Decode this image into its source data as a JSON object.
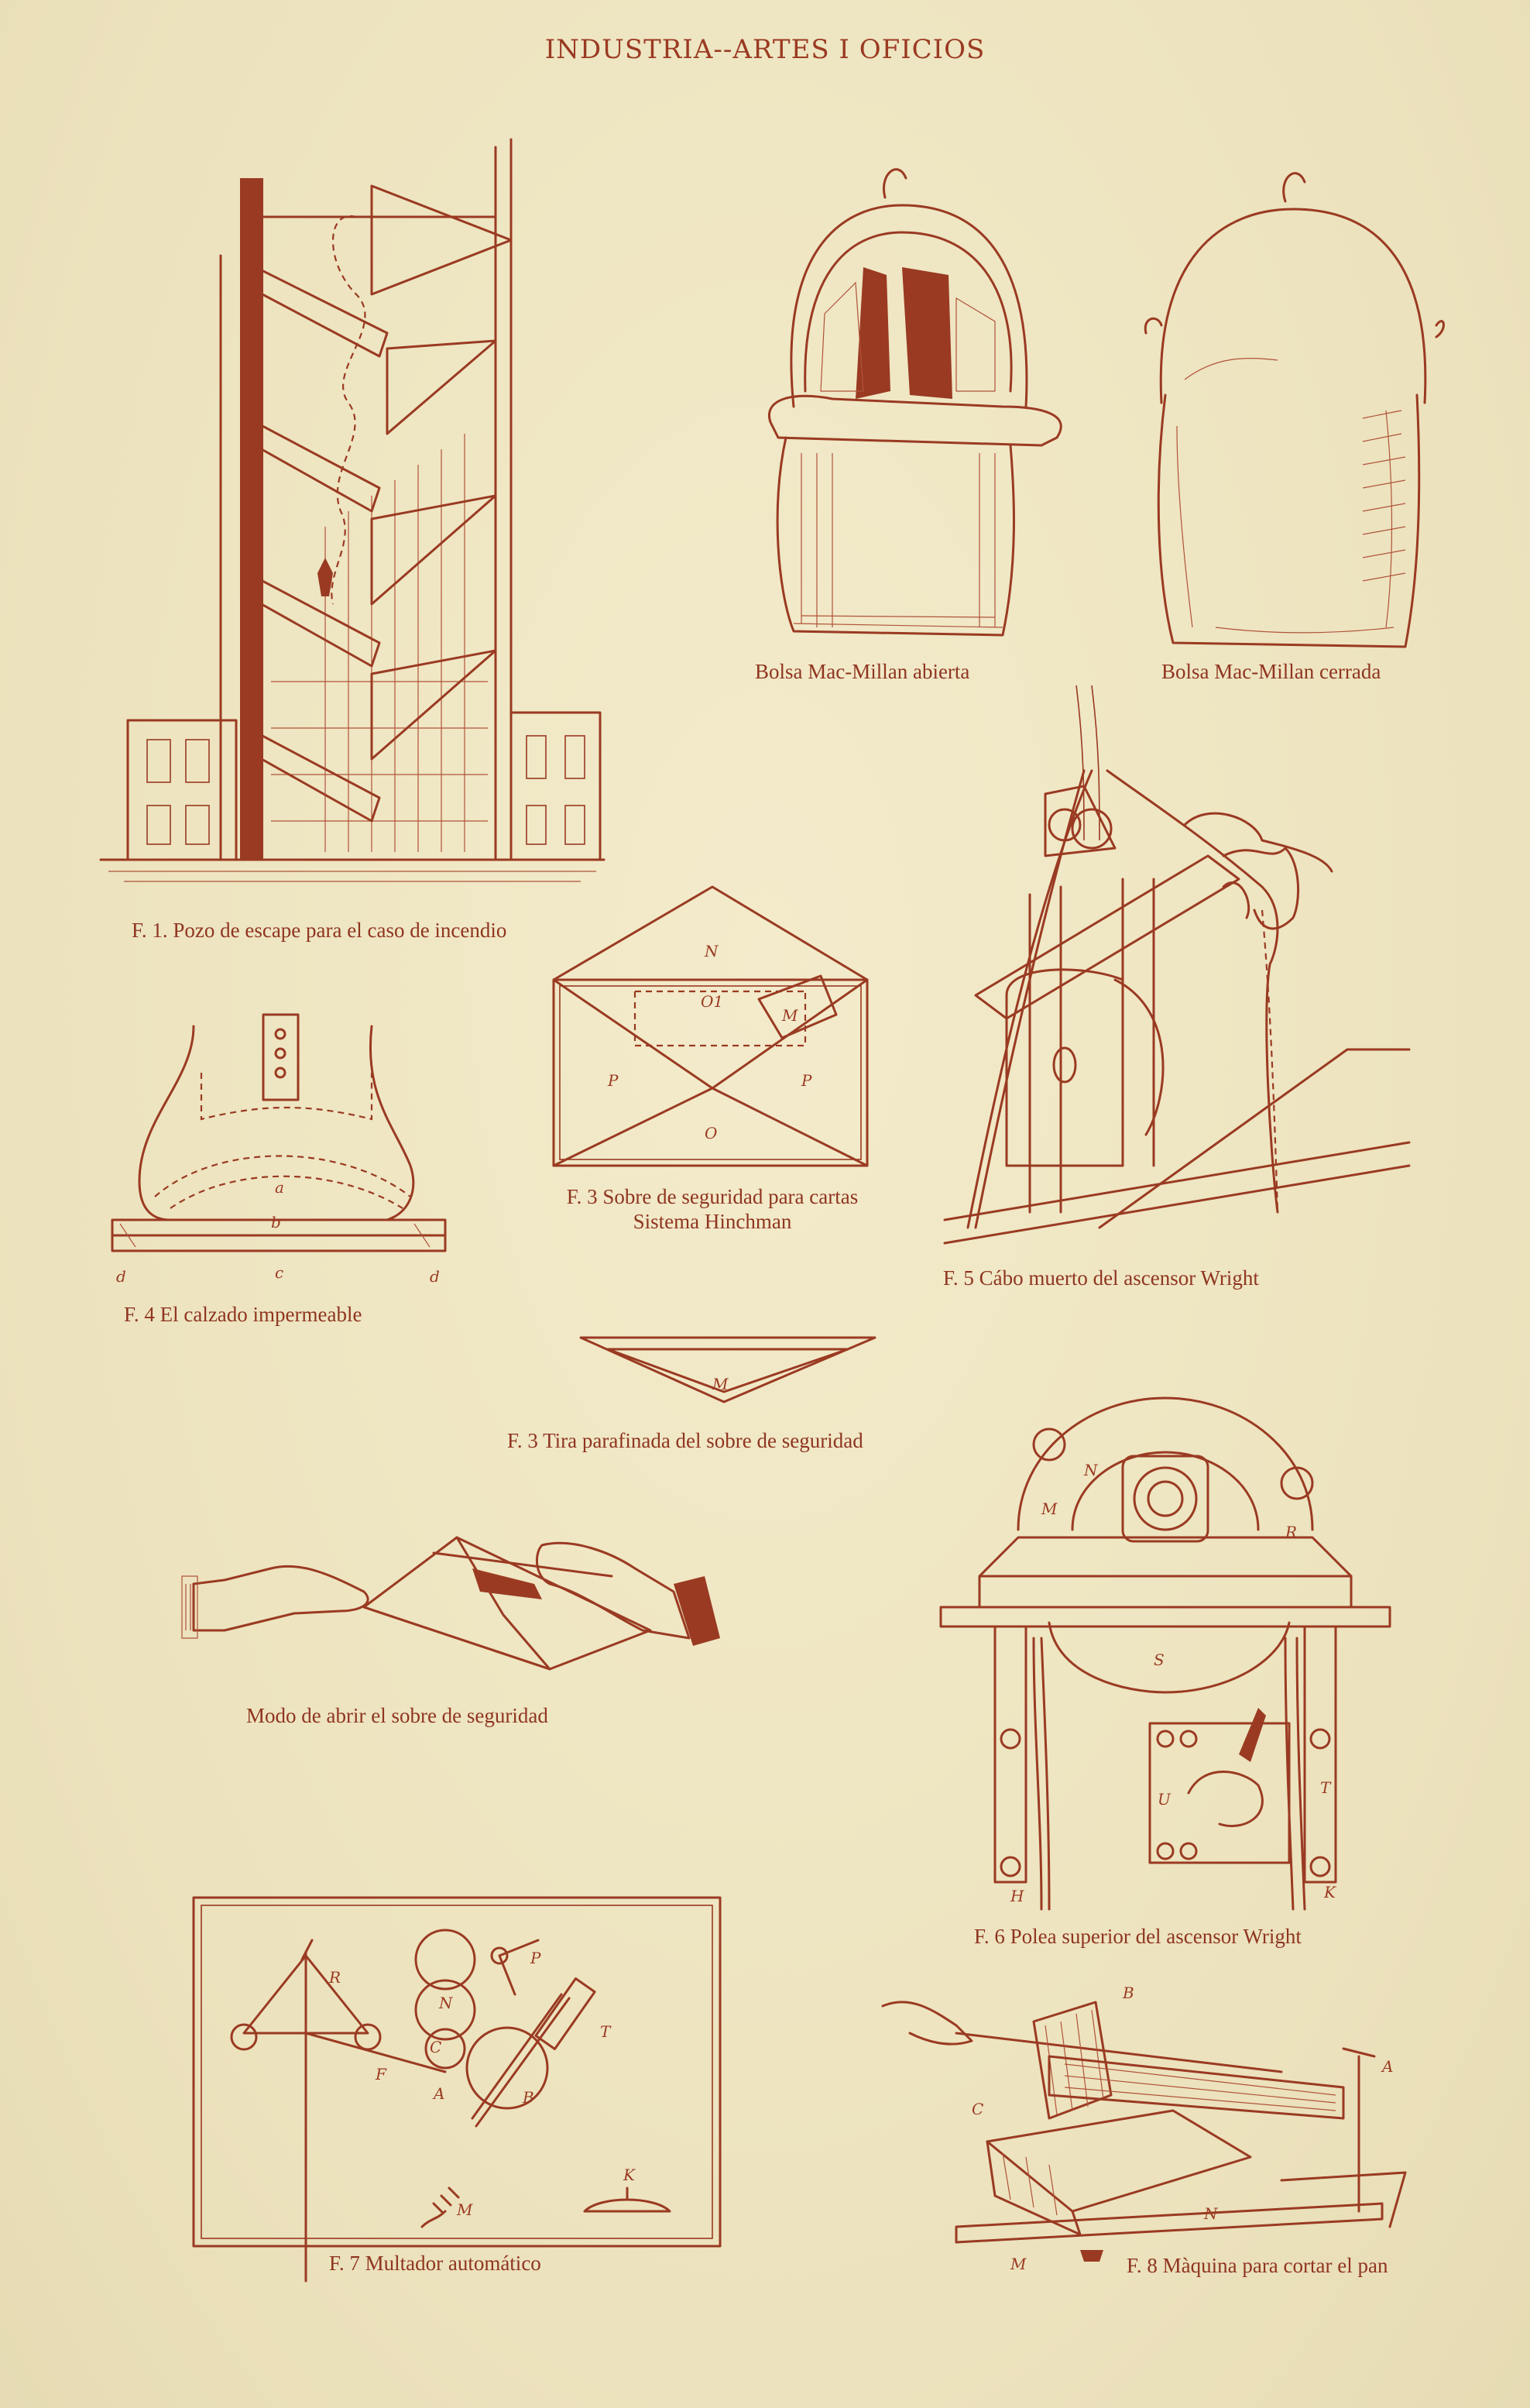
{
  "header": {
    "title": "INDUSTRIA--ARTES I OFICIOS"
  },
  "captions": {
    "f1": "F. 1. Pozo de escape para el caso de incendio",
    "bolsa_open": "Bolsa Mac-Millan abierta",
    "bolsa_closed": "Bolsa Mac-Millan cerrada",
    "f3_line1": "F. 3 Sobre de seguridad para cartas",
    "f3_line2": "Sistema Hinchman",
    "f4": "F. 4 El calzado impermeable",
    "f5": "F. 5 Cábo muerto del ascensor Wright",
    "f3_strip": "F. 3 Tira parafinada del sobre de seguridad",
    "modo": "Modo de abrir el sobre de seguridad",
    "f6": "F. 6 Polea superior del ascensor Wright",
    "f7": "F. 7 Multador automático",
    "f8": "F. 8 Màquina para cortar el pan"
  },
  "figure_labels": {
    "envelope": {
      "n": "N",
      "o1": "O1",
      "m": "M",
      "p_left": "P",
      "p_right": "P",
      "o": "O"
    },
    "shoe": {
      "a": "a",
      "b": "b",
      "c": "c",
      "d_left": "d",
      "d_right": "d"
    },
    "strip": {
      "m": "M"
    },
    "pulley": {
      "n": "N",
      "m": "M",
      "r": "R",
      "s": "S",
      "u": "U",
      "t": "T",
      "h": "H",
      "k": "K"
    },
    "multador": {
      "r": "R",
      "p": "P",
      "n": "N",
      "c": "C",
      "f": "F",
      "a": "A",
      "b": "B",
      "t": "T",
      "m": "M",
      "k": "K"
    },
    "bread": {
      "b": "B",
      "a": "A",
      "c": "C",
      "n": "N",
      "m": "M"
    }
  },
  "colors": {
    "paper": "#efe6c3",
    "ink": "#9a3a22"
  }
}
